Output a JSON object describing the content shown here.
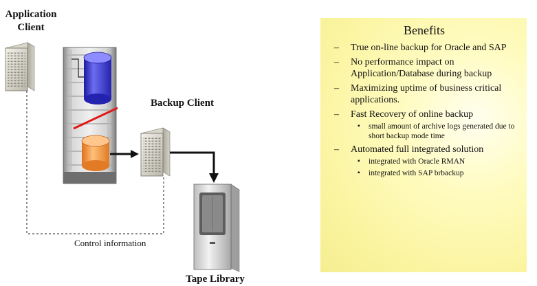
{
  "diagram": {
    "application_client_label": "Application\nClient",
    "backup_client_label": "Backup Client",
    "tape_library_label": "Tape Library",
    "control_info_label": "Control information"
  },
  "benefits": {
    "title": "Benefits",
    "items": [
      {
        "text": "True on-line backup for Oracle and SAP",
        "subitems": []
      },
      {
        "text": "No performance impact on Application/Database during backup",
        "subitems": []
      },
      {
        "text": "Maximizing uptime of business critical applications.",
        "subitems": []
      },
      {
        "text": "Fast Recovery of online backup",
        "subitems": [
          "small amount of archive logs generated due to short backup mode time"
        ]
      },
      {
        "text": "Automated full integrated solution",
        "subitems": [
          "integrated with Oracle RMAN",
          "integrated with SAP brbackup"
        ]
      }
    ]
  },
  "colors": {
    "panel_yellow": "#fbf5a3",
    "disk_blue": "#3b3bd6",
    "disk_orange": "#f39a3c",
    "split_line_red": "#e01818"
  }
}
